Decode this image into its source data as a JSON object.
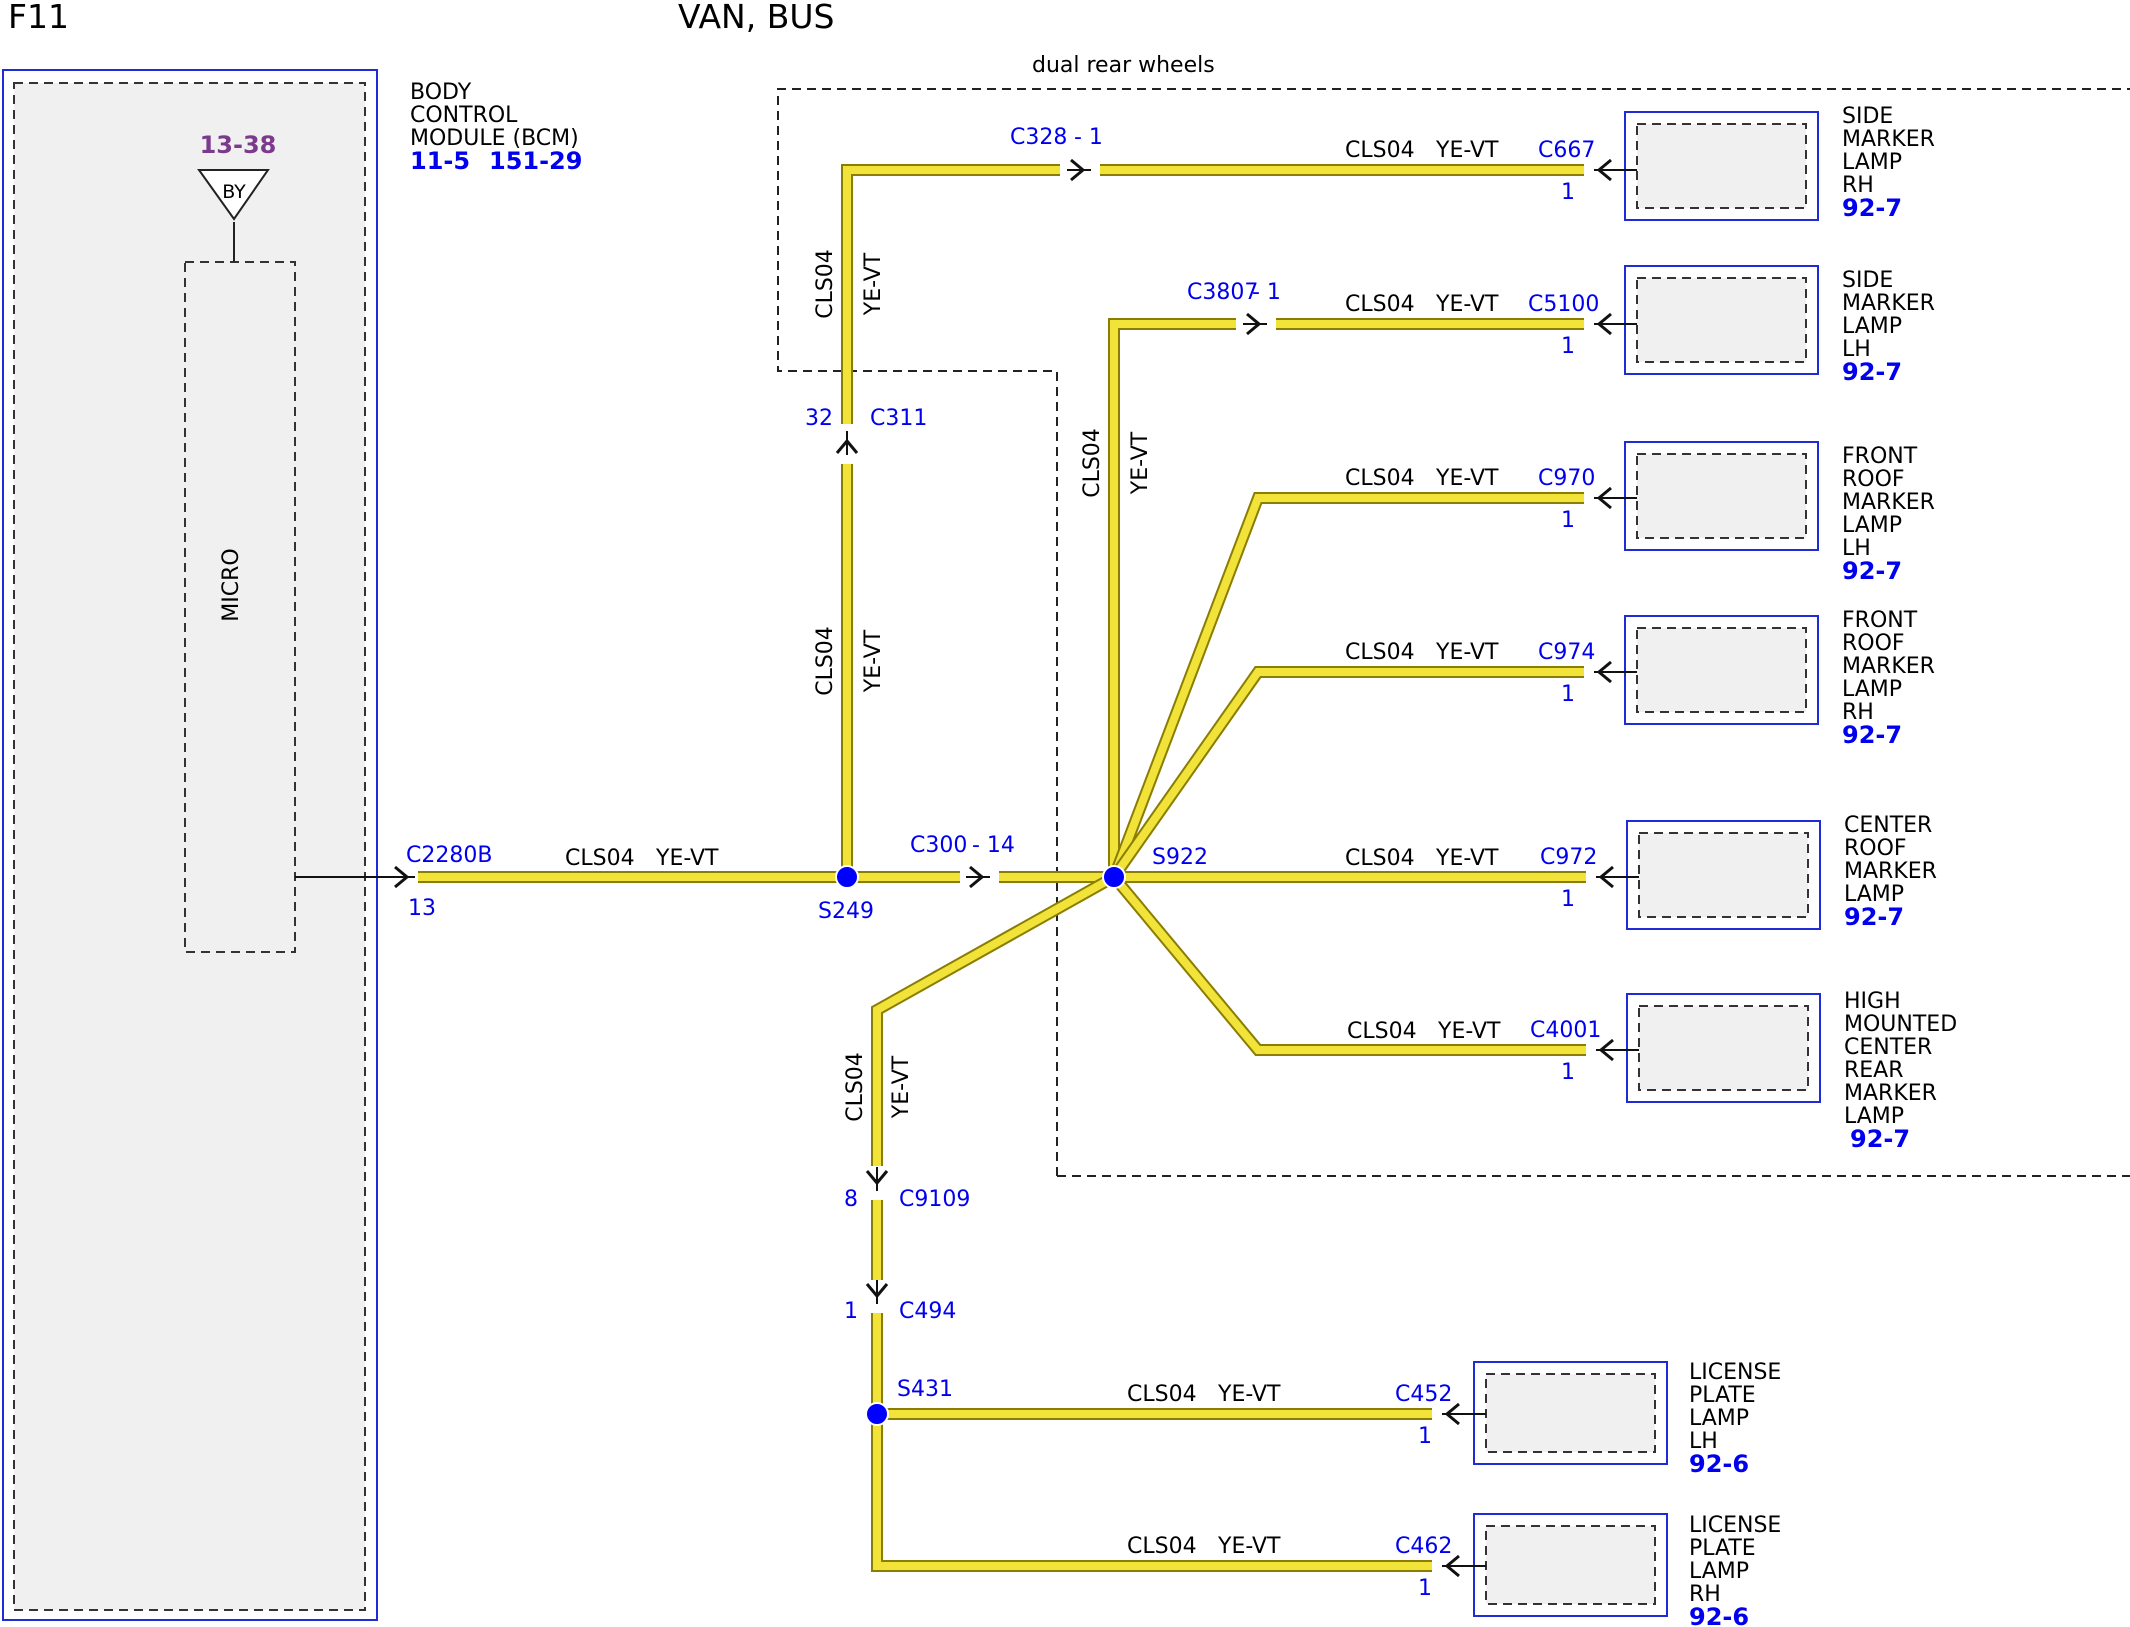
{
  "page": {
    "code": "F11",
    "title": "VAN, BUS"
  },
  "options": {
    "dual_rear_wheels_label": "dual rear wheels"
  },
  "bcm": {
    "name_lines": [
      "BODY",
      "CONTROL",
      "MODULE (BCM)"
    ],
    "refs": [
      "11-5",
      "151-29"
    ],
    "micro_label": "MICRO",
    "ground_ref": "13-38",
    "ground_label": "BY"
  },
  "wire": {
    "circuit": "CLS04",
    "color": "YE-VT"
  },
  "connectors": {
    "c2280b": {
      "name": "C2280B",
      "pin": "13"
    },
    "c300": {
      "name": "C300",
      "pin": "- 14"
    },
    "c311": {
      "name": "C311",
      "pin": "32"
    },
    "c328": {
      "name": "C328",
      "pin": "- 1"
    },
    "c3807": {
      "name": "C3807",
      "pin": "- 1"
    },
    "c9109": {
      "name": "C9109",
      "pin": "8"
    },
    "c494": {
      "name": "C494",
      "pin": "1"
    }
  },
  "splices": {
    "s249": "S249",
    "s922": "S922",
    "s431": "S431"
  },
  "components": {
    "side_rh": {
      "connector": "C667",
      "pin": "1",
      "lines": [
        "SIDE",
        "MARKER",
        "LAMP",
        "RH"
      ],
      "ref": "92-7"
    },
    "side_lh": {
      "connector": "C5100",
      "pin": "1",
      "lines": [
        "SIDE",
        "MARKER",
        "LAMP",
        "LH"
      ],
      "ref": "92-7"
    },
    "front_roof_lh": {
      "connector": "C970",
      "pin": "1",
      "lines": [
        "FRONT",
        "ROOF",
        "MARKER",
        "LAMP",
        "LH"
      ],
      "ref": "92-7"
    },
    "front_roof_rh": {
      "connector": "C974",
      "pin": "1",
      "lines": [
        "FRONT",
        "ROOF",
        "MARKER",
        "LAMP",
        "RH"
      ],
      "ref": "92-7"
    },
    "center_roof": {
      "connector": "C972",
      "pin": "1",
      "lines": [
        "CENTER",
        "ROOF",
        "MARKER",
        "LAMP"
      ],
      "ref": "92-7"
    },
    "high_mounted": {
      "connector": "C4001",
      "pin": "1",
      "lines": [
        "HIGH",
        "MOUNTED",
        "CENTER",
        "REAR",
        "MARKER",
        "LAMP"
      ],
      "ref": "92-7"
    },
    "license_lh": {
      "connector": "C452",
      "pin": "1",
      "lines": [
        "LICENSE",
        "PLATE",
        "LAMP",
        "LH"
      ],
      "ref": "92-6"
    },
    "license_rh": {
      "connector": "C462",
      "pin": "1",
      "lines": [
        "LICENSE",
        "PLATE",
        "LAMP",
        "RH"
      ],
      "ref": "92-6"
    }
  },
  "colors": {
    "wire_fill": "#f2e33a",
    "wire_edge": "#8a7d00",
    "splice": "#0000ff",
    "module_border": "#1f2bd6",
    "module_fill": "#f0f0f0",
    "label_blue": "#0000ee",
    "ground_ref": "#7b3a8c"
  }
}
